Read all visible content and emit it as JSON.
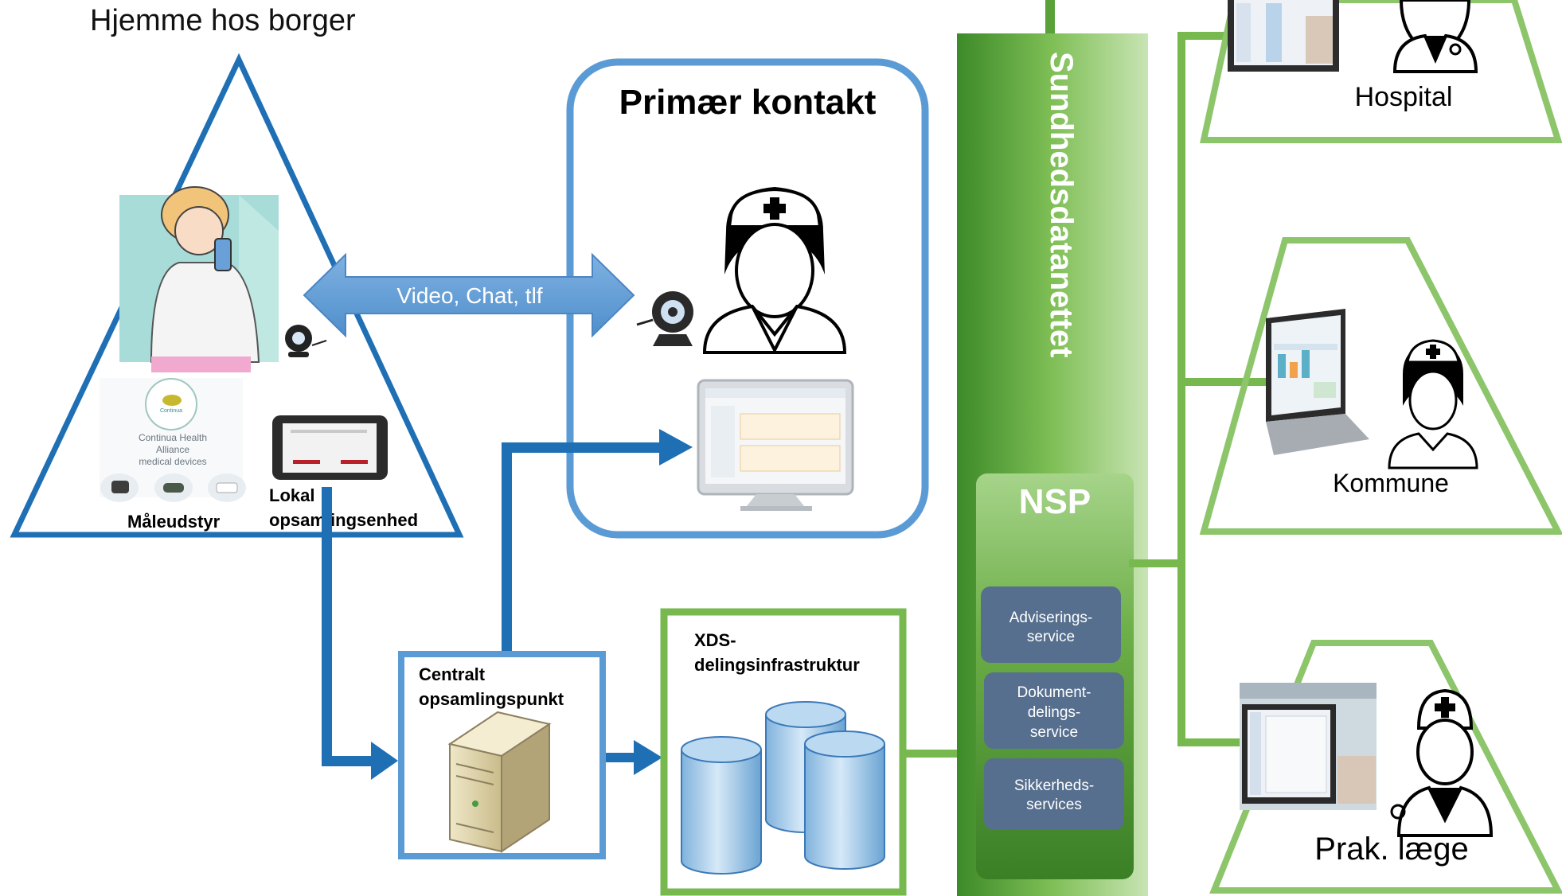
{
  "colors": {
    "home_blue": "#1f6fb5",
    "primary_blue": "#5b9bd5",
    "flow_blue": "#1f6fb5",
    "arrow_blue": "#5b9bd5",
    "green_dark": "#3f8f2a",
    "green_light": "#8dc56b",
    "service_box": "#566f8e"
  },
  "home": {
    "title": "Hjemme hos borger",
    "measure_label": "Måleudstyr",
    "local_label_line1": "Lokal",
    "local_label_line2": "opsamlingsenhed",
    "continua_line1": "Continua Health",
    "continua_line2": "Alliance",
    "continua_line3": "medical devices",
    "continua_logo": "Continua",
    "icons": [
      "patient-inhaler-icon",
      "webcam-icon",
      "continua-logo-icon",
      "tablet-icon"
    ]
  },
  "primary": {
    "title": "Primær kontakt",
    "icons": [
      "webcam-icon",
      "nurse-icon",
      "monitor-icon"
    ]
  },
  "arrow": {
    "label": "Video, Chat, tlf"
  },
  "central": {
    "line1": "Centralt",
    "line2": "opsamlingspunkt",
    "icons": [
      "server-icon"
    ]
  },
  "xds": {
    "line1": "XDS-",
    "line2": "delingsinfrastruktur",
    "icons": [
      "database-icon"
    ]
  },
  "network": {
    "label": "Sundhedsdatanettet",
    "nsp_label": "NSP",
    "services": [
      {
        "line1": "Adviserings-",
        "line2": "service",
        "line3": ""
      },
      {
        "line1": "Dokument-",
        "line2": "delings-",
        "line3": "service"
      },
      {
        "line1": "Sikkerheds-",
        "line2": "services",
        "line3": ""
      }
    ]
  },
  "sites": {
    "hospital": "Hospital",
    "kommune": "Kommune",
    "praktiserende": "Prak. læge"
  }
}
